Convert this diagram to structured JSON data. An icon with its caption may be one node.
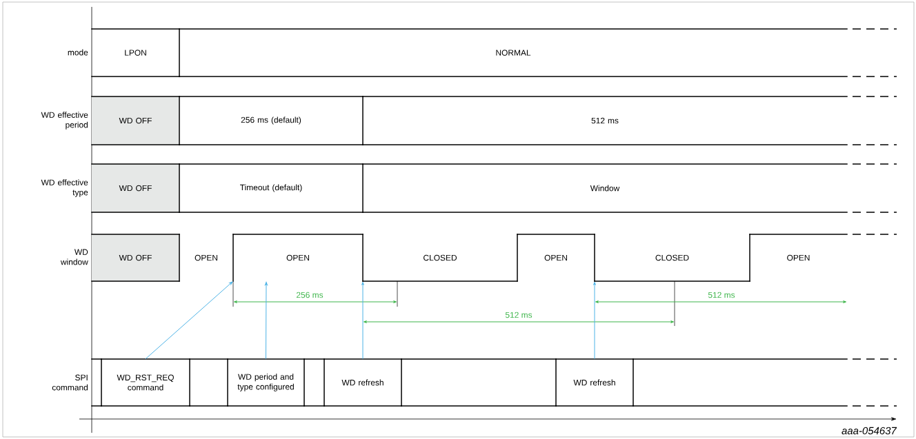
{
  "diagram": {
    "nodes": [
      {
        "text": [
          "LPON"
        ]
      },
      {
        "text": [
          "NORMAL"
        ]
      },
      {
        "text": [
          "WD OFF"
        ]
      },
      {
        "text": [
          "256 ms (default)"
        ]
      },
      {
        "text": [
          "512 ms"
        ]
      },
      {
        "text": [
          "WD OFF"
        ]
      },
      {
        "text": [
          "Timeout (default)"
        ]
      },
      {
        "text": [
          "Window"
        ]
      },
      {
        "text": [
          "WD OFF"
        ]
      },
      {
        "text": [
          "OPEN"
        ]
      },
      {
        "text": [
          "OPEN"
        ]
      },
      {
        "text": [
          "CLOSED"
        ]
      },
      {
        "text": [
          "OPEN"
        ]
      },
      {
        "text": [
          "CLOSED"
        ]
      },
      {
        "text": [
          "OPEN"
        ]
      },
      {
        "text": [],
        "shape": "box"
      },
      {
        "text": [
          "WD_RST_REQ command"
        ]
      },
      {
        "text": [],
        "shape": "box"
      },
      {
        "text": [
          "WD period and type configured"
        ]
      },
      {
        "text": [],
        "shape": "box"
      },
      {
        "text": [
          "WD refresh"
        ]
      },
      {
        "text": [],
        "shape": "box"
      },
      {
        "text": [
          "WD refresh"
        ]
      },
      {
        "text": [],
        "shape": "box"
      }
    ],
    "edges": [
      {
        "from": 16,
        "to": 10,
        "arrow": "to"
      },
      {
        "from": 18,
        "to": 10,
        "arrow": "to"
      },
      {
        "from": 20,
        "to": 11,
        "arrow": "to"
      },
      {
        "from": 22,
        "to": 13,
        "arrow": "to"
      }
    ],
    "labels": [
      "mode",
      "WD effective period",
      "WD effective type",
      "WD window",
      "SPI command",
      "256 ms",
      "512 ms",
      "512 ms",
      "aaa-054637"
    ]
  }
}
